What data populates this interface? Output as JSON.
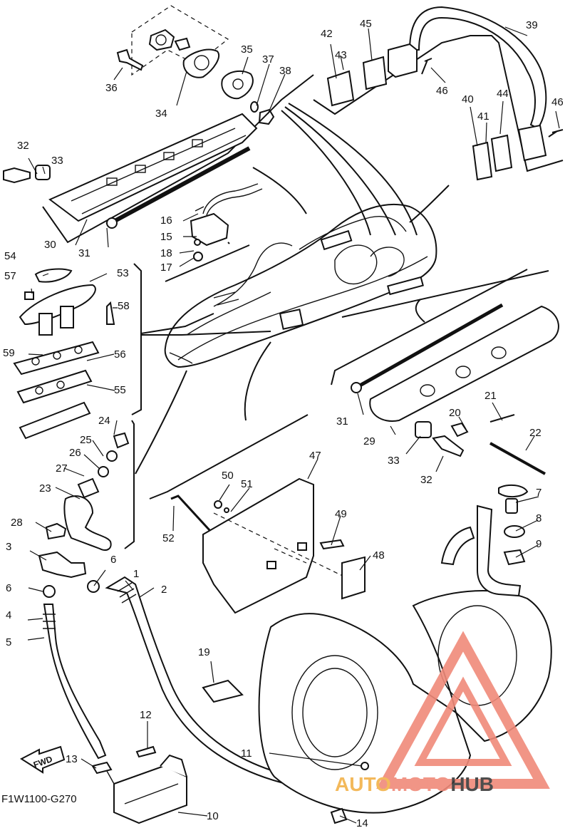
{
  "diagram": {
    "code": "F1W1100-G270",
    "fwd_label": "FWD",
    "callouts": [
      {
        "label": "1"
      },
      {
        "label": "2"
      },
      {
        "label": "3"
      },
      {
        "label": "4"
      },
      {
        "label": "5"
      },
      {
        "label": "6"
      },
      {
        "label": "6"
      },
      {
        "label": "7"
      },
      {
        "label": "8"
      },
      {
        "label": "9"
      },
      {
        "label": "10"
      },
      {
        "label": "11"
      },
      {
        "label": "12"
      },
      {
        "label": "13"
      },
      {
        "label": "14"
      },
      {
        "label": "15"
      },
      {
        "label": "16"
      },
      {
        "label": "17"
      },
      {
        "label": "18"
      },
      {
        "label": "19"
      },
      {
        "label": "20"
      },
      {
        "label": "21"
      },
      {
        "label": "22"
      },
      {
        "label": "23"
      },
      {
        "label": "24"
      },
      {
        "label": "25"
      },
      {
        "label": "26"
      },
      {
        "label": "27"
      },
      {
        "label": "28"
      },
      {
        "label": "29"
      },
      {
        "label": "30"
      },
      {
        "label": "31"
      },
      {
        "label": "31"
      },
      {
        "label": "32"
      },
      {
        "label": "32"
      },
      {
        "label": "33"
      },
      {
        "label": "33"
      },
      {
        "label": "34"
      },
      {
        "label": "35"
      },
      {
        "label": "36"
      },
      {
        "label": "37"
      },
      {
        "label": "38"
      },
      {
        "label": "39"
      },
      {
        "label": "40"
      },
      {
        "label": "41"
      },
      {
        "label": "42"
      },
      {
        "label": "43"
      },
      {
        "label": "44"
      },
      {
        "label": "45"
      },
      {
        "label": "46"
      },
      {
        "label": "46"
      },
      {
        "label": "47"
      },
      {
        "label": "48"
      },
      {
        "label": "49"
      },
      {
        "label": "50"
      },
      {
        "label": "51"
      },
      {
        "label": "52"
      },
      {
        "label": "53"
      },
      {
        "label": "54"
      },
      {
        "label": "55"
      },
      {
        "label": "56"
      },
      {
        "label": "57"
      },
      {
        "label": "58"
      },
      {
        "label": "59"
      }
    ]
  },
  "watermark": {
    "part1": "AUTO",
    "part2": "MOTO",
    "part3": "HUB",
    "color_primary": "#f08a7a",
    "color_secondary": "#f2b24a",
    "color_dark": "#3a3a3a"
  }
}
